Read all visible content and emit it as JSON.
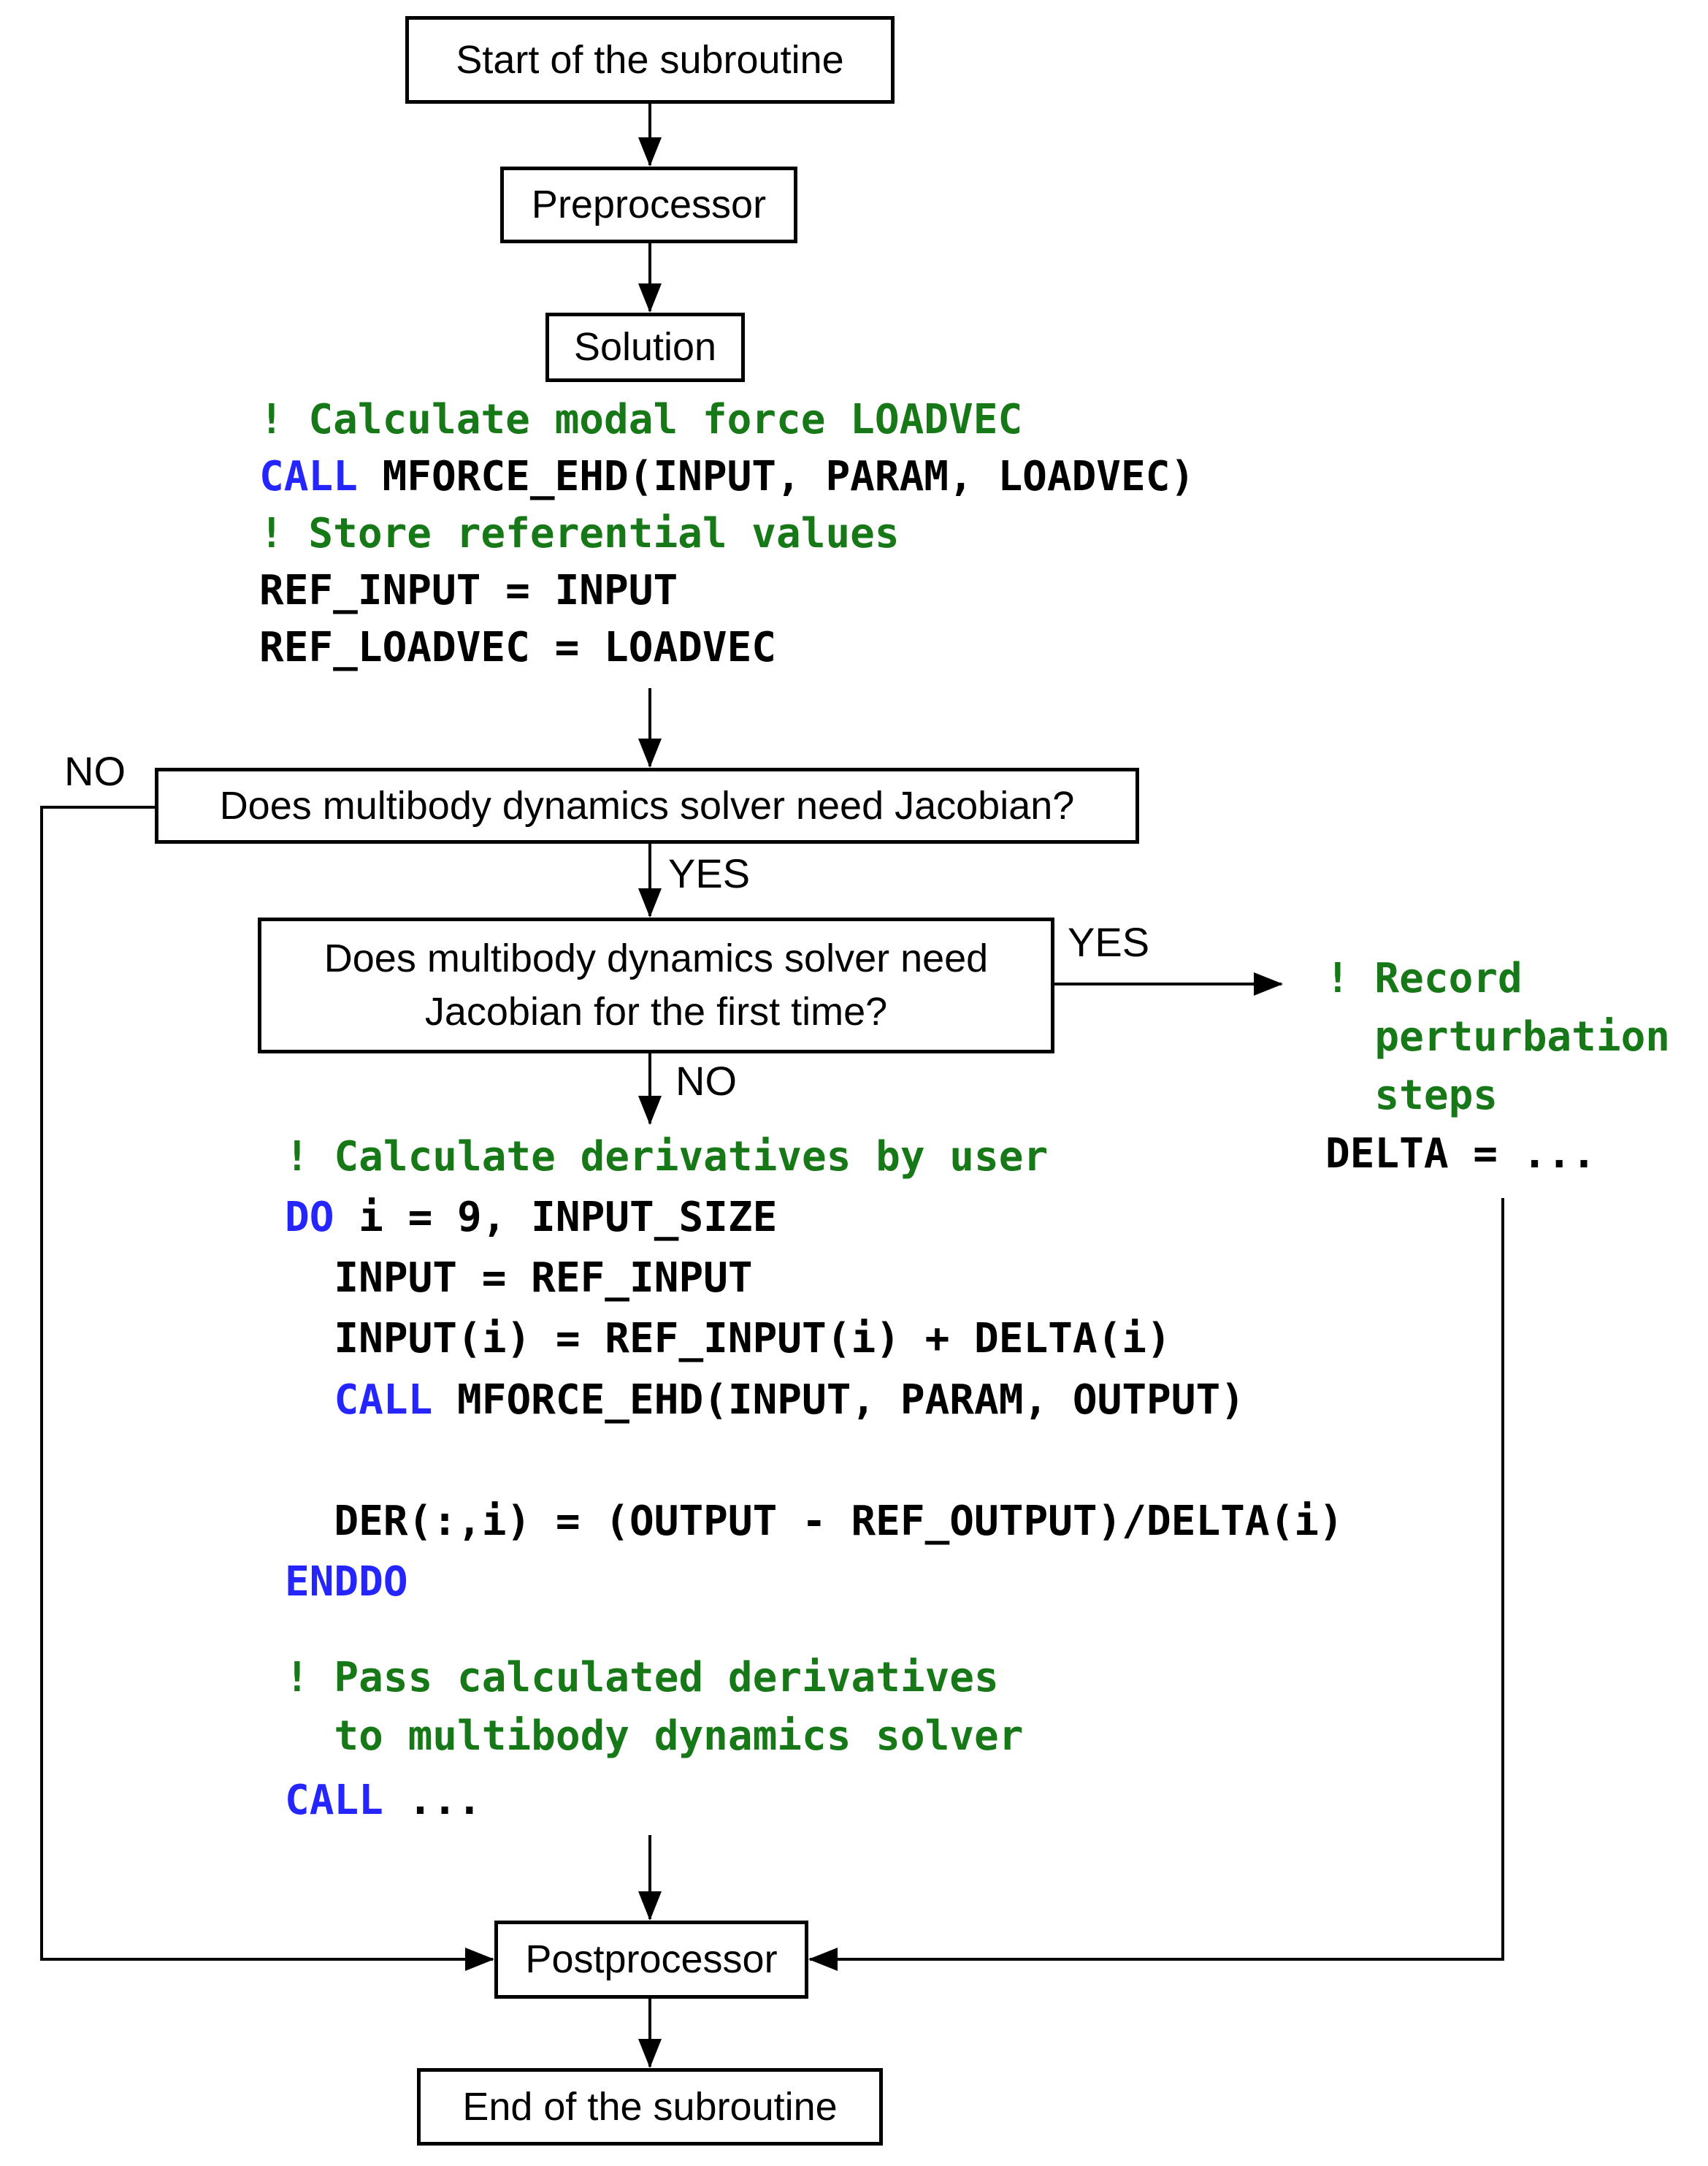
{
  "colors": {
    "comment_green": "#177817",
    "keyword_blue": "#2525ff",
    "line_black": "#000000"
  },
  "flow": {
    "start": "Start of the subroutine",
    "preprocessor": "Preprocessor",
    "solution": "Solution",
    "decision_need_jacobian": "Does multibody dynamics solver need Jacobian?",
    "decision_first_time_line1": "Does multibody dynamics solver need",
    "decision_first_time_line2": "Jacobian for the first time?",
    "postprocessor": "Postprocessor",
    "end": "End of the subroutine"
  },
  "labels": {
    "no_loop": "NO",
    "yes_down": "YES",
    "yes_right": "YES",
    "no_down": "NO"
  },
  "code_solution": {
    "l1_comment": "! Calculate modal force LOADVEC",
    "l2_kw": "CALL",
    "l2_rest": " MFORCE_EHD(INPUT, PARAM, LOADVEC)",
    "l3_comment": "! Store referential values",
    "l4": "REF_INPUT = INPUT",
    "l5": "REF_LOADVEC = LOADVEC"
  },
  "code_derivatives": {
    "l1_comment": "! Calculate derivatives by user",
    "l2_kw": "DO",
    "l2_rest": " i = 9, INPUT_SIZE",
    "l3": "  INPUT = REF_INPUT",
    "l4": "  INPUT(i) = REF_INPUT(i) + DELTA(i)",
    "l5_indent": "  ",
    "l5_kw": "CALL",
    "l5_rest": " MFORCE_EHD(INPUT, PARAM, OUTPUT)",
    "l6": "  DER(:,i) = (OUTPUT - REF_OUTPUT)/DELTA(i)",
    "l7_kw": "ENDDO",
    "l8_comment": "! Pass calculated derivatives",
    "l9_comment": "  to multibody dynamics solver",
    "l10_kw": "CALL",
    "l10_rest": " ..."
  },
  "note_perturbation": {
    "l1_comment": "! Record",
    "l2_comment": "  perturbation",
    "l3_comment": "  steps",
    "l4": "DELTA = ..."
  }
}
